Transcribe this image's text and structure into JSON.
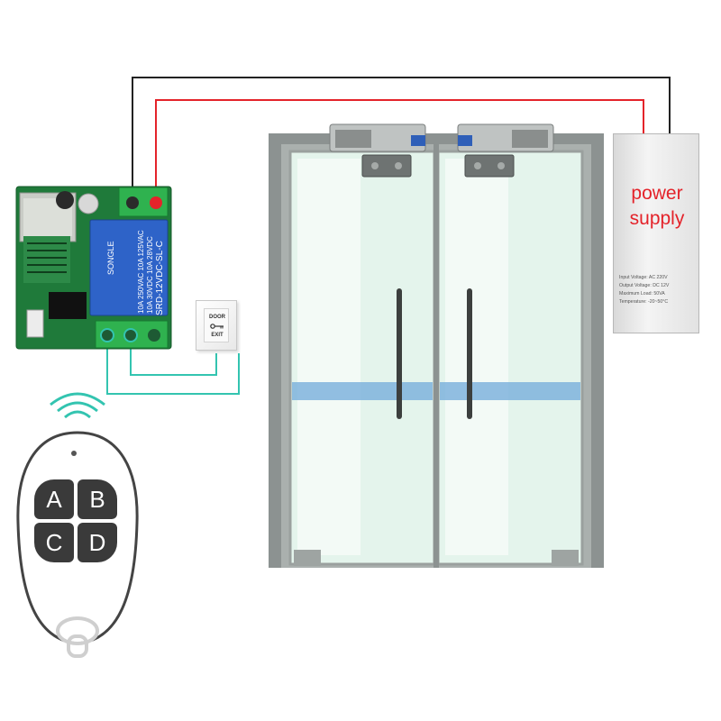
{
  "power_supply": {
    "label_line1": "power",
    "label_line2": "supply",
    "specs": [
      "Input Voltage: AC 220V",
      "Output Voltage: DC 12V",
      "Maximum Load: 50VA",
      "Temperature: -20~50°C"
    ]
  },
  "relay": {
    "brand": "SONGLE",
    "model": "SRD-12VDC-SL-C",
    "rating_1": "10A 250VAC 10A 125VAC",
    "rating_2": "10A 30VDC 10A 28VDC"
  },
  "exit_switch": {
    "top_text": "DOOR",
    "bottom_text": "EXIT"
  },
  "remote": {
    "buttons": [
      "A",
      "B",
      "C",
      "D"
    ]
  },
  "colors": {
    "power_wire": "#e4232a",
    "ground_wire": "#222222",
    "signal_wire": "#33c4b0",
    "door_frame": "#8c9291",
    "glass": "#dff3ea",
    "pcb": "#1f7a3a",
    "relay": "#2e63c8"
  }
}
